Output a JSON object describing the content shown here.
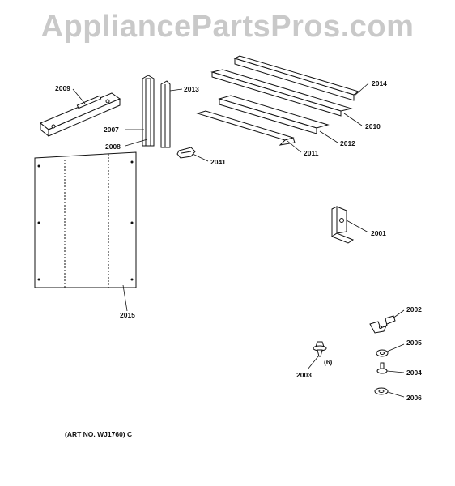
{
  "watermark": "AppliancePartsPros.com",
  "art_number": "(ART NO. WJ1760) C",
  "quantity_note": "(6)",
  "parts": {
    "p2009": "2009",
    "p2007": "2007",
    "p2008": "2008",
    "p2013": "2013",
    "p2014": "2014",
    "p2010": "2010",
    "p2012": "2012",
    "p2011": "2011",
    "p2041": "2041",
    "p2001": "2001",
    "p2015": "2015",
    "p2002": "2002",
    "p2005": "2005",
    "p2004": "2004",
    "p2006": "2006",
    "p2003": "2003"
  }
}
